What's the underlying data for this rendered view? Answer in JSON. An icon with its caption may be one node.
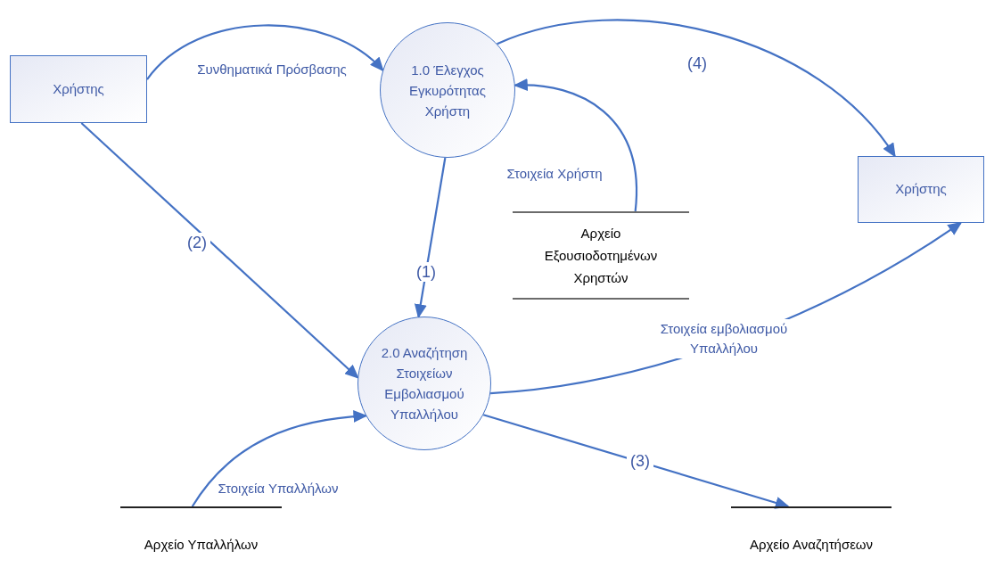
{
  "diagram": {
    "nodes": [
      {
        "text": [
          "Χρήστης"
        ]
      },
      {
        "text": [
          "1.0 Έλεγχος Εγκυρότητας Χρήστη"
        ]
      },
      {
        "text": [
          "Αρχείο Εξουσιοδοτημένων Χρηστών"
        ]
      },
      {
        "text": [
          "Χρήστης"
        ]
      },
      {
        "text": [
          "2.0 Αναζήτηση Στοιχείων Εμβολιασμού Υπαλλήλου"
        ]
      },
      {
        "text": [
          "Αρχείο Υπαλλήλων"
        ]
      },
      {
        "text": [
          "Αρχείο Αναζητήσεων"
        ]
      }
    ],
    "edges": [
      {
        "from": 0,
        "to": 1,
        "arrow": "to",
        "label": "Συνθηματικά Πρόσβασης"
      },
      {
        "from": 1,
        "to": 3,
        "arrow": "to",
        "label": "(4)"
      },
      {
        "from": 2,
        "to": 1,
        "arrow": "to",
        "label": "Στοιχεία Χρήστη"
      },
      {
        "from": 1,
        "to": 4,
        "arrow": "to",
        "label": "(1)"
      },
      {
        "from": 0,
        "to": 4,
        "arrow": "to",
        "label": "(2)"
      },
      {
        "from": 4,
        "to": 3,
        "arrow": "to",
        "label": "Στοιχεία εμβολιασμού Υπαλλήλου"
      },
      {
        "from": 5,
        "to": 4,
        "arrow": "to",
        "label": "Στοιχεία Υπαλλήλων"
      },
      {
        "from": 4,
        "to": 6,
        "arrow": "to",
        "label": "(3)"
      }
    ]
  }
}
